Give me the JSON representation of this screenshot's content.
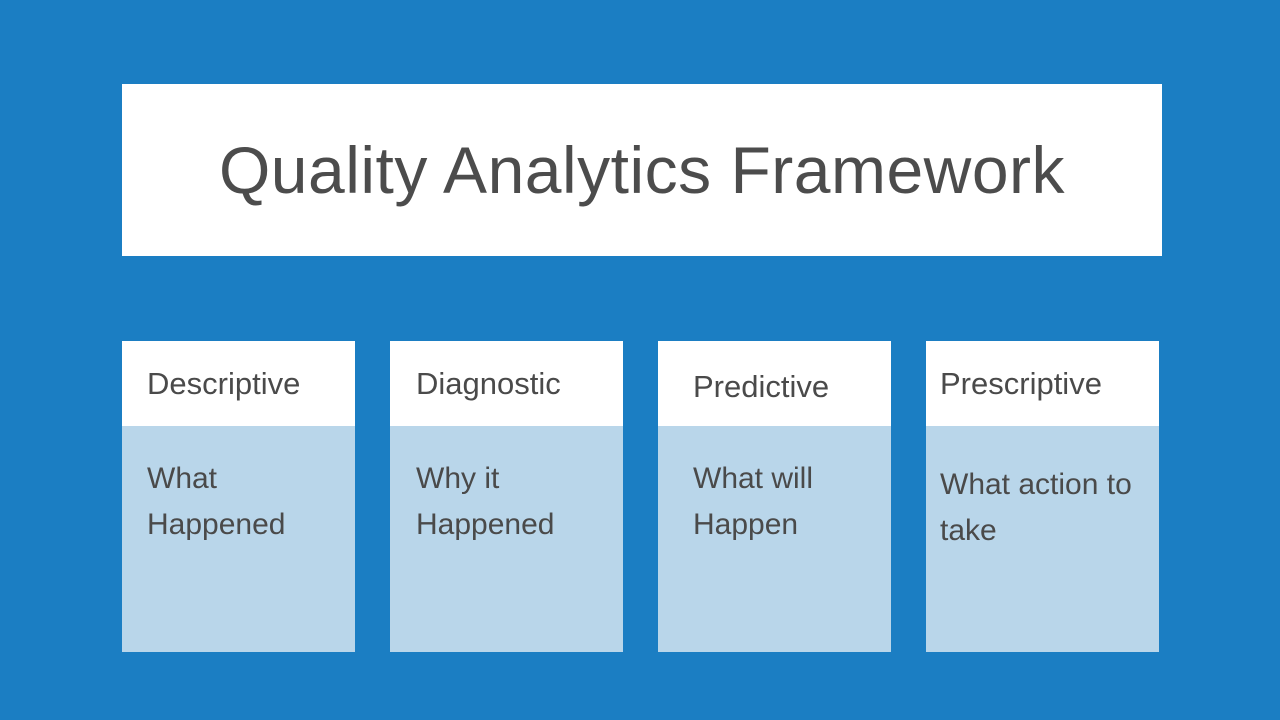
{
  "slide": {
    "title": "Quality Analytics Framework",
    "columns": [
      {
        "header": "Descriptive",
        "body": "What Happened"
      },
      {
        "header": "Diagnostic",
        "body": "Why it Happened"
      },
      {
        "header": "Predictive",
        "body": "What will Happen"
      },
      {
        "header": "Prescriptive",
        "body": "What action to take"
      }
    ],
    "colors": {
      "background": "#1b7ec3",
      "title_box_bg": "#ffffff",
      "card_header_bg": "#ffffff",
      "card_body_bg": "#b9d6ea",
      "text": "#4a4a4a"
    }
  }
}
